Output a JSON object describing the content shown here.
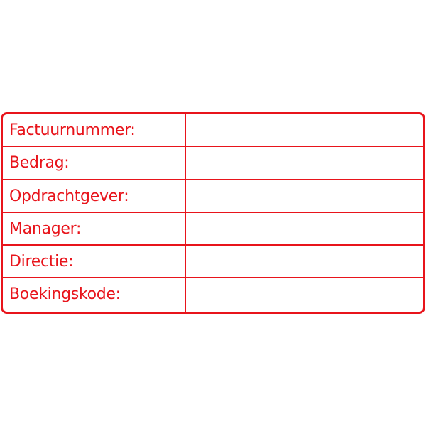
{
  "colors": {
    "stamp_red": "#e8141b"
  },
  "fields": [
    {
      "label": "Factuurnummer:",
      "value": ""
    },
    {
      "label": "Bedrag:",
      "value": ""
    },
    {
      "label": "Opdrachtgever:",
      "value": ""
    },
    {
      "label": "Manager:",
      "value": ""
    },
    {
      "label": "Directie:",
      "value": ""
    },
    {
      "label": "Boekingskode:",
      "value": ""
    }
  ]
}
